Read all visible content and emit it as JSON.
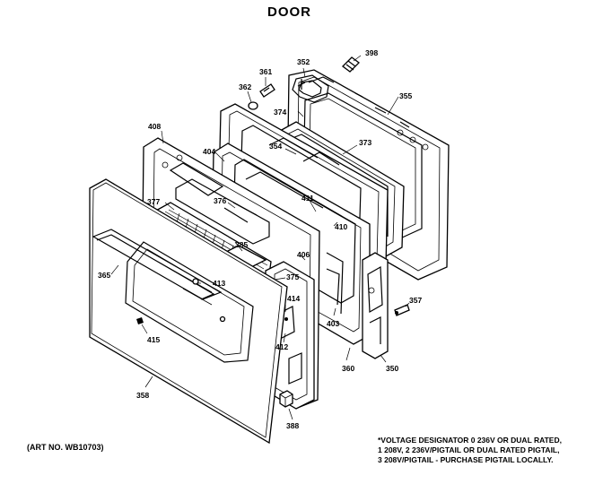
{
  "title": "DOOR",
  "art_number": "(ART NO. WB10703)",
  "notes": [
    "*VOLTAGE DESIGNATOR 0 236V OR DUAL RATED,",
    "1 208V, 2 236V/PIGTAIL OR DUAL RATED PIGTAIL,",
    "3 208V/PIGTAIL - PURCHASE PIGTAIL LOCALLY."
  ],
  "callouts": {
    "p398": "398",
    "p352": "352",
    "p361": "361",
    "p362": "362",
    "p355": "355",
    "p374": "374",
    "p408": "408",
    "p354": "354",
    "p373": "373",
    "p404": "404",
    "p377": "377",
    "p376": "376",
    "p411": "411",
    "p410": "410",
    "p385": "385",
    "p406": "406",
    "p365": "365",
    "p375": "375",
    "p413": "413",
    "p414": "414",
    "p357": "357",
    "p403": "403",
    "p415": "415",
    "p412": "412",
    "p360": "360",
    "p350": "350",
    "p358": "358",
    "p388": "388"
  }
}
